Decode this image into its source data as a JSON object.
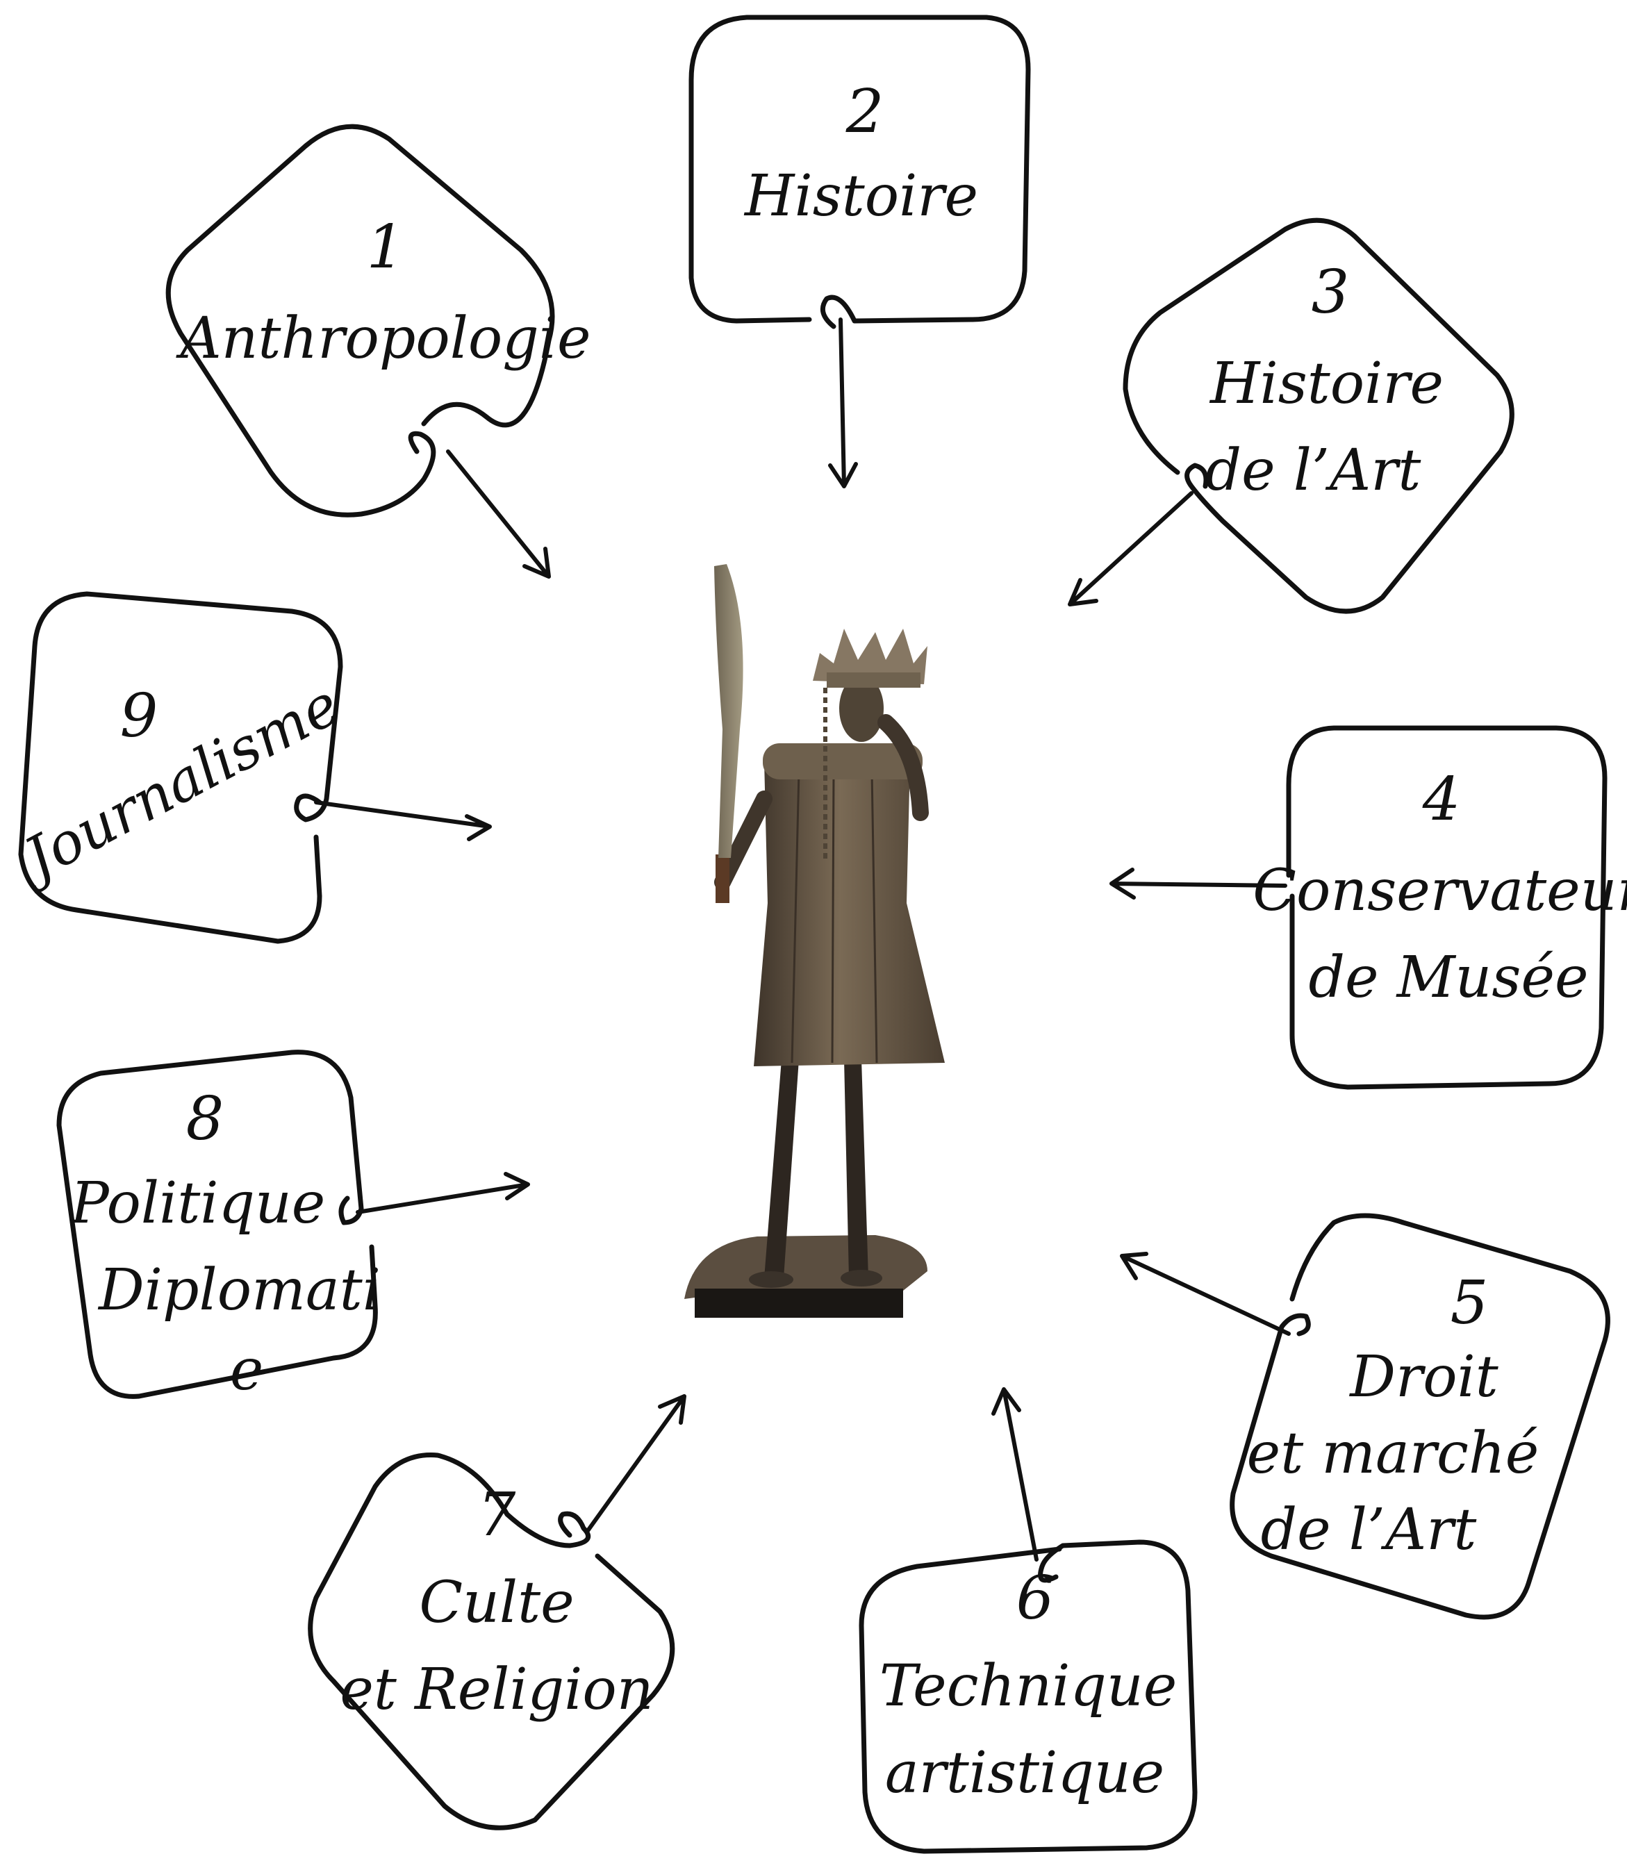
{
  "nodes": [
    {
      "number": "1",
      "lines": [
        "Anthropologie"
      ]
    },
    {
      "number": "2",
      "lines": [
        "Histoire"
      ]
    },
    {
      "number": "3",
      "lines": [
        "Histoire",
        "de l’Art"
      ]
    },
    {
      "number": "4",
      "lines": [
        "Conservateur",
        "de Musée"
      ]
    },
    {
      "number": "5",
      "lines": [
        "Droit",
        "et marché",
        "de l’Art"
      ]
    },
    {
      "number": "6",
      "lines": [
        "Technique",
        "artistique"
      ]
    },
    {
      "number": "7",
      "lines": [
        "Culte",
        "et Religion"
      ]
    },
    {
      "number": "8",
      "lines": [
        "Politique",
        "Diplomati",
        "e"
      ]
    },
    {
      "number": "9",
      "lines": [
        "Journalisme"
      ]
    }
  ],
  "center_image": "standing-warrior-statue-with-sword"
}
